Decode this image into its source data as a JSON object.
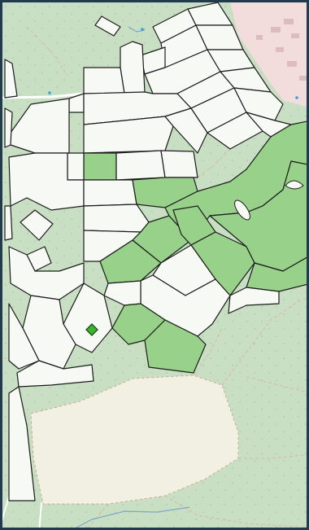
{
  "map": {
    "layers": [
      "forest",
      "residential-area",
      "heath-clearing",
      "parcels",
      "roads",
      "footpaths",
      "streams"
    ],
    "colors": {
      "forest": "#c9dfc3",
      "forest_dots": "#abc9a6",
      "residential": "#f3dcdc",
      "residential_buildings": "#dcbcbc",
      "heath": "#f2f0e2",
      "heath_outline": "#c9a98f",
      "parcel_fill": "#f7f9f5",
      "parcel_stroke": "#1c1c1c",
      "parcel_highlight": "#98d18a",
      "selection_marker": "#37b52f",
      "road": "#ffffff",
      "footpath": "#d8b8a0",
      "stream": "#7fa7c7",
      "frame": "#213a4e"
    },
    "parcels": {
      "total": 52,
      "highlighted": 18
    },
    "selection_marker": "green-diamond-marker"
  }
}
